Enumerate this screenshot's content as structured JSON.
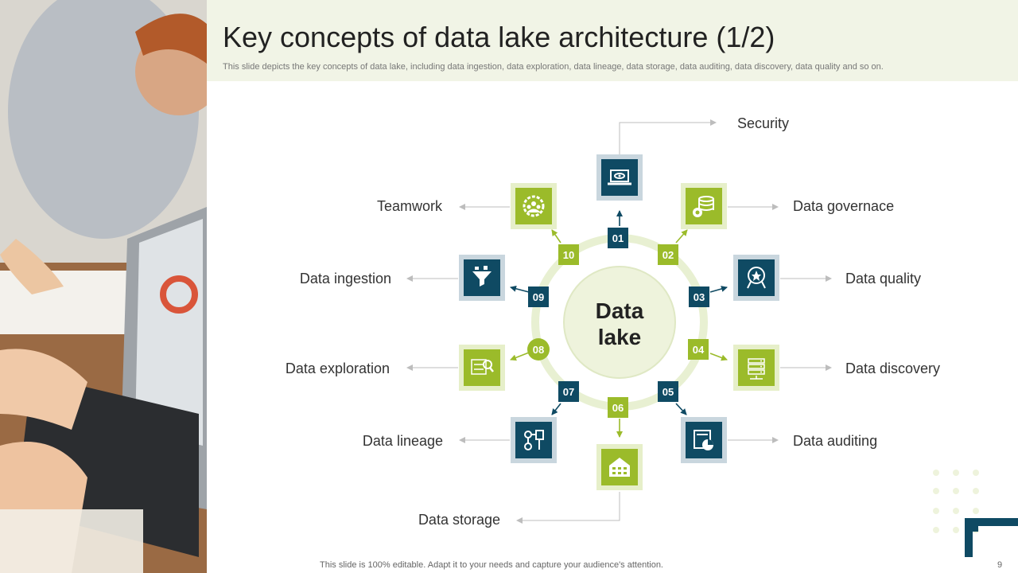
{
  "slide": {
    "title": "Key concepts of data lake architecture (1/2)",
    "subtitle": "This slide depicts the key concepts of data lake, including data ingestion, data exploration, data lineage, data storage, data auditing, data discovery, data quality and so on.",
    "footer": "This slide is 100% editable. Adapt it to your needs and capture your audience's attention.",
    "page_number": "9"
  },
  "colors": {
    "navy": "#0f4a63",
    "green": "#9bbb2a",
    "ring": "#e8f0d2",
    "header_bg": "#f1f4e6"
  },
  "hub": {
    "line1": "Data",
    "line2": "lake"
  },
  "nodes": [
    {
      "num": "01",
      "label": "Security",
      "color": "navy",
      "icon": "laptop-eye-icon"
    },
    {
      "num": "02",
      "label": "Data governace",
      "color": "green",
      "icon": "database-gear-icon"
    },
    {
      "num": "03",
      "label": "Data quality",
      "color": "navy",
      "icon": "award-badge-icon"
    },
    {
      "num": "04",
      "label": "Data discovery",
      "color": "green",
      "icon": "server-rack-icon"
    },
    {
      "num": "05",
      "label": "Data auditing",
      "color": "navy",
      "icon": "report-chart-icon"
    },
    {
      "num": "06",
      "label": "Data storage",
      "color": "green",
      "icon": "warehouse-icon"
    },
    {
      "num": "07",
      "label": "Data lineage",
      "color": "navy",
      "icon": "flow-diagram-icon"
    },
    {
      "num": "08",
      "label": "Data exploration",
      "color": "green",
      "icon": "search-data-icon"
    },
    {
      "num": "09",
      "label": "Data ingestion",
      "color": "navy",
      "icon": "funnel-icon"
    },
    {
      "num": "10",
      "label": "Teamwork",
      "color": "green",
      "icon": "team-gear-icon"
    }
  ]
}
